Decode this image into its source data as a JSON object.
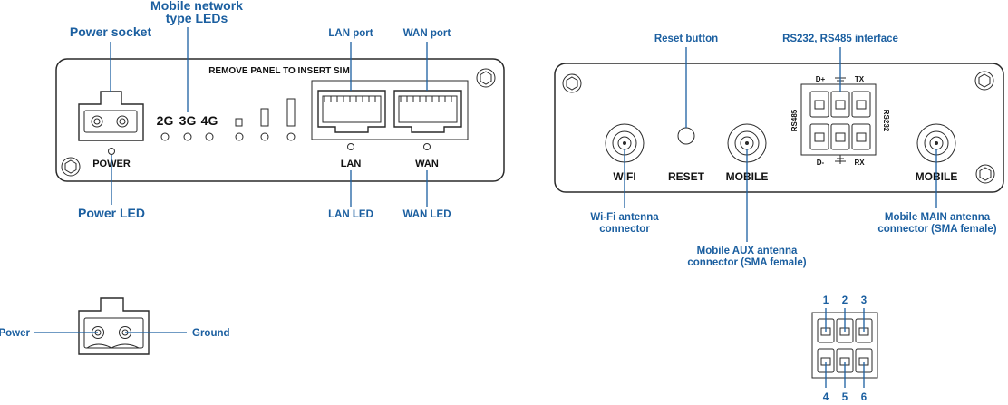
{
  "front_panel": {
    "sim_notice": "REMOVE PANEL TO INSERT SIM",
    "led_labels": [
      "2G",
      "3G",
      "4G"
    ],
    "power_label": "POWER",
    "lan_label": "LAN",
    "wan_label": "WAN"
  },
  "front_callouts": {
    "power_socket": "Power socket",
    "mobile_leds_line1": "Mobile network",
    "mobile_leds_line2": "type LEDs",
    "power_led": "Power LED",
    "lan_port": "LAN port",
    "wan_port": "WAN port",
    "lan_led": "LAN LED",
    "wan_led": "WAN LED"
  },
  "back_panel": {
    "wifi_label": "WIFI",
    "reset_label": "RESET",
    "mobile_aux_label": "MOBILE",
    "mobile_main_label": "MOBILE",
    "serial_pins": {
      "d_plus": "D+",
      "tx": "TX",
      "d_minus": "D-",
      "rx": "RX",
      "rs485": "RS485",
      "rs232": "RS232"
    }
  },
  "back_callouts": {
    "reset_button": "Reset button",
    "serial_interface": "RS232, RS485 interface",
    "wifi_line1": "Wi-Fi antenna",
    "wifi_line2": "connector",
    "aux_line1": "Mobile AUX antenna",
    "aux_line2": "connector (SMA female)",
    "main_line1": "Mobile MAIN antenna",
    "main_line2": "connector (SMA female)"
  },
  "power_connector": {
    "power": "Power",
    "ground": "Ground"
  },
  "pinout": {
    "top_numbers": [
      "1",
      "2",
      "3"
    ],
    "bottom_numbers": [
      "4",
      "5",
      "6"
    ]
  }
}
